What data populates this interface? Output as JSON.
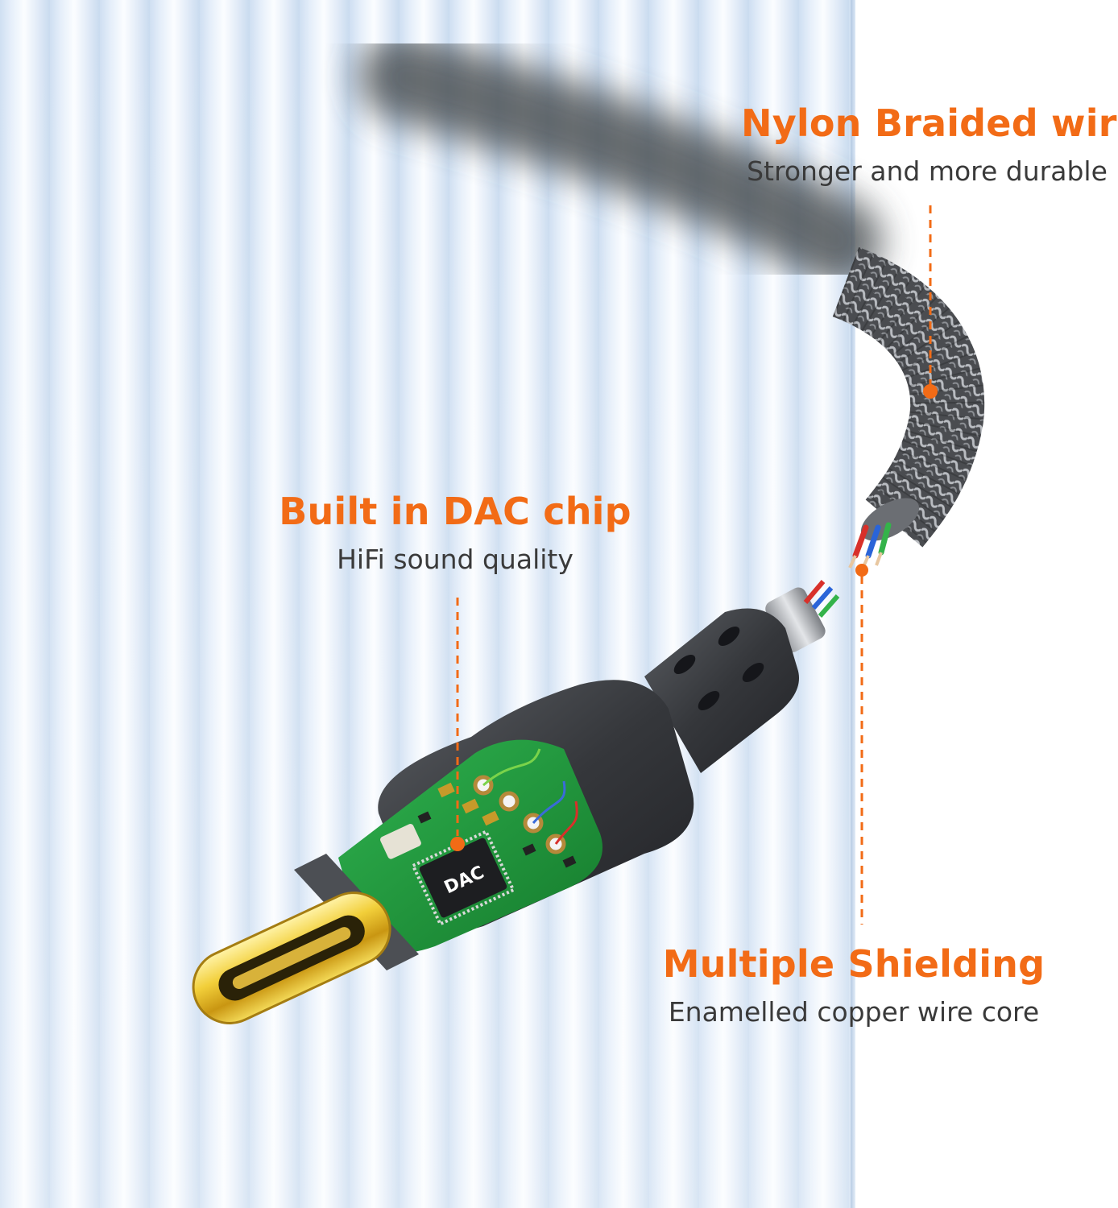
{
  "callouts": {
    "nylon": {
      "title": "Nylon Braided wire",
      "subtitle": "Stronger and more durable"
    },
    "dac": {
      "title": "Built in DAC chip",
      "subtitle": "HiFi sound quality"
    },
    "shielding": {
      "title": "Multiple Shielding",
      "subtitle": "Enamelled copper wire core"
    }
  },
  "chip_label": "DAC",
  "colors": {
    "accent_orange": "#f26b16",
    "text_gray": "#3a3a3a",
    "pcb_green": "#1f9a3c",
    "connector_gold": "#e0b820",
    "housing_gray": "#3d3f43"
  }
}
